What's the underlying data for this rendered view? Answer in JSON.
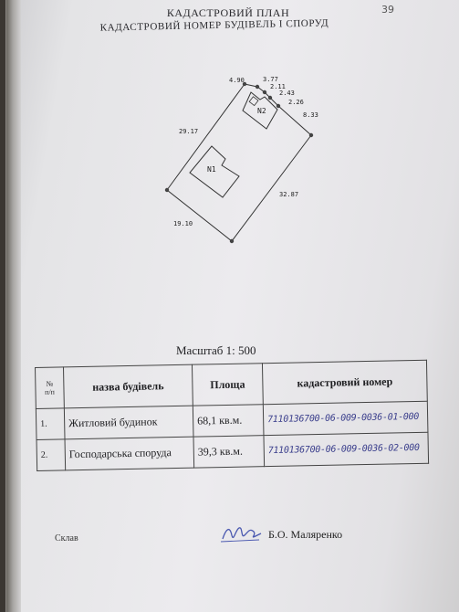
{
  "header": {
    "title": "КАДАСТРОВИЙ ПЛАН",
    "subtitle": "КАДАСТРОВИЙ НОМЕР БУДІВЕЛЬ І СПОРУД",
    "page_number": "39"
  },
  "plan": {
    "dimensions": {
      "d_4_90": "4.90",
      "d_3_77": "3.77",
      "d_2_11": "2.11",
      "d_2_43": "2.43",
      "d_2_26": "2.26",
      "d_8_33": "8.33",
      "d_29_17": "29.17",
      "d_32_87": "32.87",
      "d_19_10": "19.10"
    },
    "buildings": {
      "n1": "N1",
      "n2": "N2"
    }
  },
  "scale": "Масштаб 1: 500",
  "table": {
    "headers": {
      "num_top": "№",
      "num_bottom": "п/п",
      "name": "назва будівель",
      "area": "Площа",
      "cadastral": "кадастровий номер"
    },
    "rows": [
      {
        "num": "1.",
        "name": "Житловий будинок",
        "area": "68,1 кв.м.",
        "cadastral": "7110136700-06-009-0036-01-000"
      },
      {
        "num": "2.",
        "name": "Господарська споруда",
        "area": "39,3 кв.м.",
        "cadastral": "7110136700-06-009-0036-02-000"
      }
    ]
  },
  "footer": {
    "made_label": "Склав",
    "signer": "Б.О. Маляренко"
  }
}
